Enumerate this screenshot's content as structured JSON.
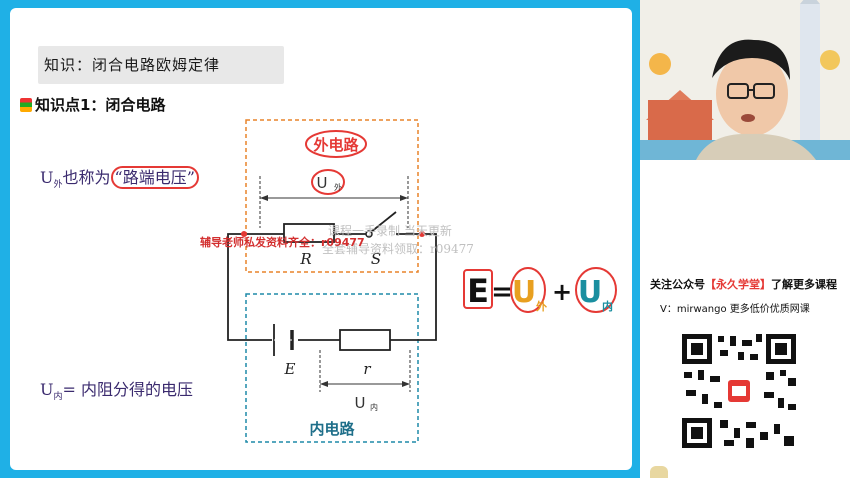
{
  "slide": {
    "title": "知识：闭合电路欧姆定律",
    "knowledge_point": "知识点1：闭合电路",
    "note_outer_prefix": "U",
    "note_outer_sub": "外",
    "note_outer_text": "也称为",
    "note_outer_highlight": "“路端电压”",
    "note_inner_prefix": "U",
    "note_inner_sub": "内",
    "note_inner_text": "= 内阻分得的电压"
  },
  "circuit": {
    "outer_label": "外电路",
    "inner_label": "内电路",
    "u_outer": "U",
    "u_outer_sub": "外",
    "u_inner": "U",
    "u_inner_sub": "内",
    "resistor_R": "R",
    "switch_S": "S",
    "emf_E": "E",
    "internal_r": "r"
  },
  "equation": {
    "e": "E",
    "eq": "=",
    "u1": "U",
    "u1_sub": "外",
    "plus": "+",
    "u2": "U",
    "u2_sub": "内"
  },
  "watermarks": {
    "line1": "课程一手录制 当天更新",
    "line2": "全套辅导资料领取：r09477",
    "red": "辅导老师私发资料齐全：r09477"
  },
  "panel": {
    "follow_prefix": "关注公众号",
    "follow_brand": "【永久学堂】",
    "follow_suffix": "了解更多课程",
    "wechat": "V：mirwango 更多低价优质网课"
  },
  "colors": {
    "background": "#1fb0e6",
    "outer_box": "#e8842a",
    "inner_box": "#1f8aa8",
    "highlight_red": "#e53935",
    "u_orange": "#e8a020",
    "u_teal": "#1a8fa0"
  }
}
